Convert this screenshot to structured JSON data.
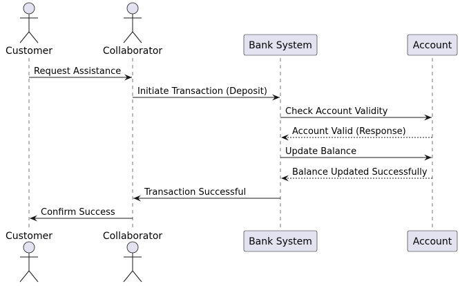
{
  "participants": [
    {
      "id": "customer",
      "label": "Customer",
      "kind": "actor"
    },
    {
      "id": "collaborator",
      "label": "Collaborator",
      "kind": "actor"
    },
    {
      "id": "bank",
      "label": "Bank System",
      "kind": "participant"
    },
    {
      "id": "account",
      "label": "Account",
      "kind": "participant"
    }
  ],
  "messages": [
    {
      "from": "customer",
      "to": "collaborator",
      "label": "Request Assistance",
      "reply": false
    },
    {
      "from": "collaborator",
      "to": "bank",
      "label": "Initiate Transaction (Deposit)",
      "reply": false
    },
    {
      "from": "bank",
      "to": "account",
      "label": "Check Account Validity",
      "reply": false
    },
    {
      "from": "account",
      "to": "bank",
      "label": "Account Valid (Response)",
      "reply": true
    },
    {
      "from": "bank",
      "to": "account",
      "label": "Update Balance",
      "reply": false
    },
    {
      "from": "account",
      "to": "bank",
      "label": "Balance Updated Successfully",
      "reply": true
    },
    {
      "from": "bank",
      "to": "collaborator",
      "label": "Transaction Successful",
      "reply": false
    },
    {
      "from": "collaborator",
      "to": "customer",
      "label": "Confirm Success",
      "reply": false
    }
  ],
  "colors": {
    "participant_fill": "#E2E2F0",
    "line": "#181818"
  }
}
